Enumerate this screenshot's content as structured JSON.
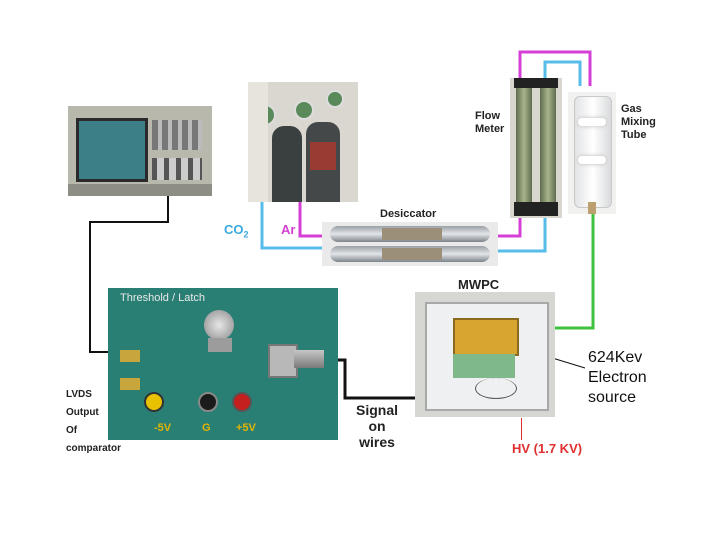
{
  "labels": {
    "flow_meter": [
      "Flow",
      "Meter"
    ],
    "gas_mixing_tube": [
      "Gas",
      "Mixing",
      "Tube"
    ],
    "desiccator": "Desiccator",
    "co2_main": "CO",
    "co2_sub": "2",
    "ar": "Ar",
    "mwpc": "MWPC",
    "electron_source": [
      "624Kev",
      "Electron",
      "source"
    ],
    "hv": "HV (1.7 KV)",
    "signal_wires": [
      "Signal",
      "on",
      "wires"
    ],
    "lvds": [
      "LVDS",
      "Output",
      "Of",
      "comparator"
    ],
    "board_title": "Threshold / Latch",
    "board_minus5": "-5V",
    "board_g": "G",
    "board_plus5": "+5V"
  },
  "colors": {
    "co2_line": "#55bde8",
    "ar_line": "#d63fd6",
    "magenta_line": "#d63fd6",
    "green_line": "#3fc23f",
    "signal_line": "#111111",
    "hv_text": "#e0302f",
    "co2_text": "#3aa9e0",
    "ar_text": "#d33fd0"
  }
}
